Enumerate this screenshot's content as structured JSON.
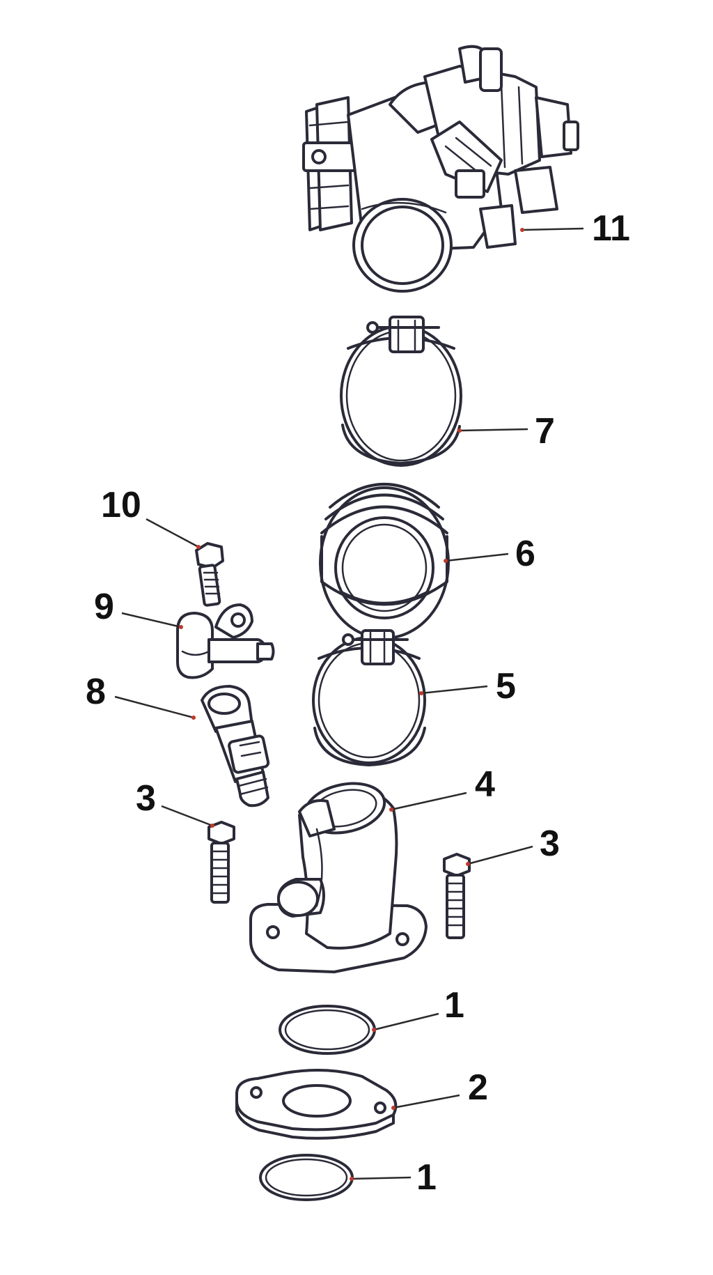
{
  "diagram": {
    "callouts": [
      "11",
      "7",
      "6",
      "10",
      "9",
      "5",
      "8",
      "4",
      "3",
      "3",
      "1",
      "2",
      "1"
    ],
    "parts": {
      "throttle_body": "11",
      "hose_clamp_upper": "7",
      "intake_rubber_joint": "6",
      "bolt_small": "10",
      "injector_cap": "9",
      "hose_clamp_lower": "5",
      "fuel_injector": "8",
      "intake_manifold": "4",
      "bolt_left": "3",
      "bolt_right": "3",
      "o_ring_upper": "1",
      "insulator_gasket": "2",
      "o_ring_lower": "1"
    }
  },
  "colors": {
    "line": "#2a2a38",
    "leader_dot": "#c0392b",
    "background": "#ffffff"
  }
}
